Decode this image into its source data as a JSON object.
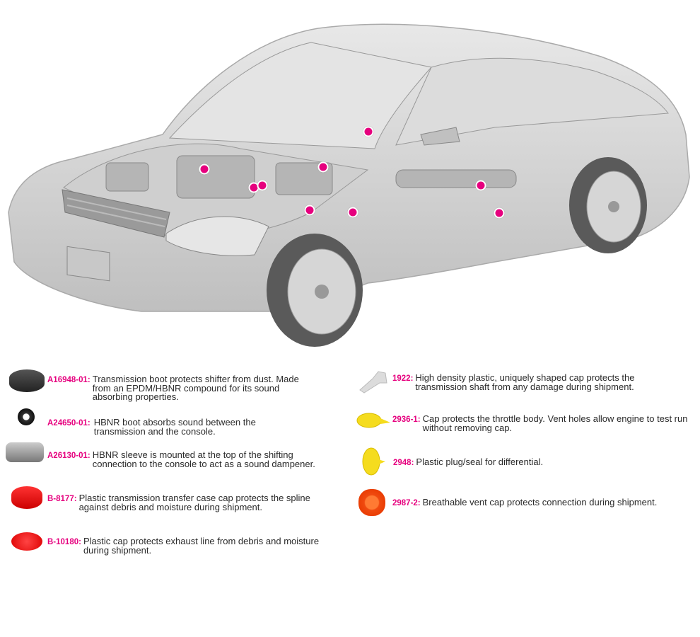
{
  "colors": {
    "accent": "#e6007e",
    "car_body": "#d4d4d4"
  },
  "hotspots": [
    {
      "label": "hotspot-dashboard"
    },
    {
      "label": "hotspot-engine-left"
    },
    {
      "label": "hotspot-engine-top"
    },
    {
      "label": "hotspot-engine-mid-1"
    },
    {
      "label": "hotspot-engine-mid-2"
    },
    {
      "label": "hotspot-transmission-front"
    },
    {
      "label": "hotspot-transmission-rear"
    },
    {
      "label": "hotspot-driveshaft"
    },
    {
      "label": "hotspot-rear-axle"
    }
  ],
  "parts": [
    {
      "code": "A16948-01:",
      "desc": "Transmission boot protects shifter from dust. Made from an EPDM/HBNR compound for its sound absorbing properties.",
      "icon": "black-rubber-boot"
    },
    {
      "code": "A24650-01:",
      "desc": "HBNR boot absorbs sound between the transmission and the console.",
      "icon": "black-ring-boot"
    },
    {
      "code": "A26130-01:",
      "desc": "HBNR sleeve is mounted at the top of the shifting connection to the console to act as a sound dampener.",
      "icon": "grey-sleeve"
    },
    {
      "code": "B-8177:",
      "desc": "Plastic transmission transfer case cap protects the spline against debris and moisture during shipment.",
      "icon": "red-cap"
    },
    {
      "code": "B-10180:",
      "desc": "Plastic cap protects exhaust line from debris and moisture during shipment.",
      "icon": "red-flat-cap"
    },
    {
      "code": "1922:",
      "desc": "High density plastic, uniquely shaped cap protects the transmission shaft from any damage during shipment.",
      "icon": "white-shaft-cap"
    },
    {
      "code": "2936-1:",
      "desc": "Cap protects the throttle body. Vent holes allow engine to test run without removing cap.",
      "icon": "yellow-vent-cap"
    },
    {
      "code": "2948:",
      "desc": "Plastic plug/seal for differential.",
      "icon": "yellow-plug"
    },
    {
      "code": "2987-2:",
      "desc": "Breathable vent cap protects connection during shipment.",
      "icon": "orange-vent-cap"
    }
  ]
}
